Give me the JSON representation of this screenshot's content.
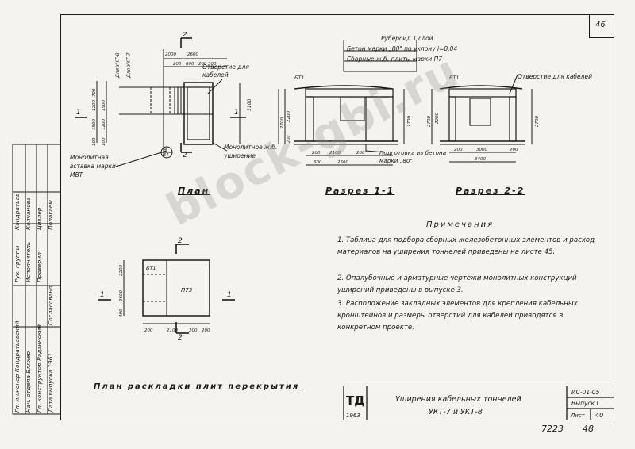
{
  "sheet": {
    "page_number": "46",
    "bottom_numbers": [
      "7223",
      "48"
    ]
  },
  "plan": {
    "title": "План",
    "section_marks": [
      "2",
      "1",
      "1",
      "2"
    ],
    "labels": {
      "opening": "Отверстие для кабелей",
      "insert": "Монолитная вставка марки МВТ",
      "monolithic": "Монолитное ж.б. уширение",
      "ukt8": "Для УКТ-8",
      "ukt7": "Для УКТ-7",
      "detail": "4",
      "detail_sheet": "34"
    },
    "dims_top": [
      "2000",
      "2600",
      "200",
      "600",
      "200",
      "300"
    ],
    "dims_left": [
      "100",
      "700",
      "1500",
      "1200",
      "1200",
      "1500",
      "100"
    ],
    "dims_right": [
      "3100"
    ]
  },
  "section1": {
    "title": "Разрез 1-1",
    "block": "БТ1",
    "labels": {
      "rubberoid": "Рубероид 1 слой",
      "concrete": "Бетон марки „80\" по уклону i=0,04",
      "plates": "Сборные ж.б. плиты марки П7",
      "prep": "Подготовка из бетона марки „80\""
    },
    "dims_bottom": [
      "200",
      "2100",
      "200",
      "600",
      "2500"
    ],
    "dims_left": [
      "2700",
      "2200",
      "200"
    ],
    "dims_right": [
      "2700"
    ]
  },
  "section2": {
    "title": "Разрез 2-2",
    "block": "БТ1",
    "labels": {
      "opening": "Отверстие для кабелей"
    },
    "dims_bottom": [
      "200",
      "3000",
      "200",
      "3400"
    ],
    "dims_left": [
      "2700",
      "2200"
    ],
    "dims_right": [
      "2700"
    ]
  },
  "layout_plan": {
    "title": "План раскладки плит перекрытия",
    "section_marks": [
      "2",
      "1",
      "1",
      "2"
    ],
    "blocks": [
      "БТ1",
      "П73"
    ],
    "dims_bottom": [
      "200",
      "2100",
      "200",
      "200"
    ],
    "dims_left": [
      "2200",
      "2600",
      "400"
    ]
  },
  "notes": {
    "title": "Примечания",
    "items": [
      "1. Таблица для подбора сборных железобетонных элементов и расход материалов на уширения тоннелей приведены на листе 45.",
      "2. Опалубочные и арматурные чертежи монолитных конструкций уширений приведены в выпуске 3.",
      "3. Расположение закладных элементов для крепления кабельных кронштейнов и размеры отверстий для кабелей приводятся в конкретном проекте."
    ]
  },
  "stamp": {
    "logo": "ТД",
    "year": "1963",
    "title_line1": "Уширения кабельных тоннелей",
    "title_line2": "УКТ-7 и УКТ-8",
    "code": "ИС-01-05",
    "issue": "Выпуск I",
    "sheet_label": "Лист",
    "sheet_number": "40"
  },
  "side_table": {
    "rows": [
      {
        "role": "Гл. инженер",
        "name": "Кондратьевский"
      },
      {
        "role": "Нач. отдела",
        "name": "Бляхер"
      },
      {
        "role": "Гл. конструктор",
        "name": "Радзинский"
      },
      {
        "role": "Рук. группы",
        "name": "Кондратьев"
      },
      {
        "role": "Исполнитель",
        "name": "Колчанова"
      },
      {
        "role": "Проверил",
        "name": "Цизлер"
      },
      {
        "role": "Дата выпуска",
        "name": "1961"
      }
    ],
    "extra_cells": [
      "Согласовано",
      "Полагаем"
    ]
  },
  "watermark": "block-gbi.ru"
}
